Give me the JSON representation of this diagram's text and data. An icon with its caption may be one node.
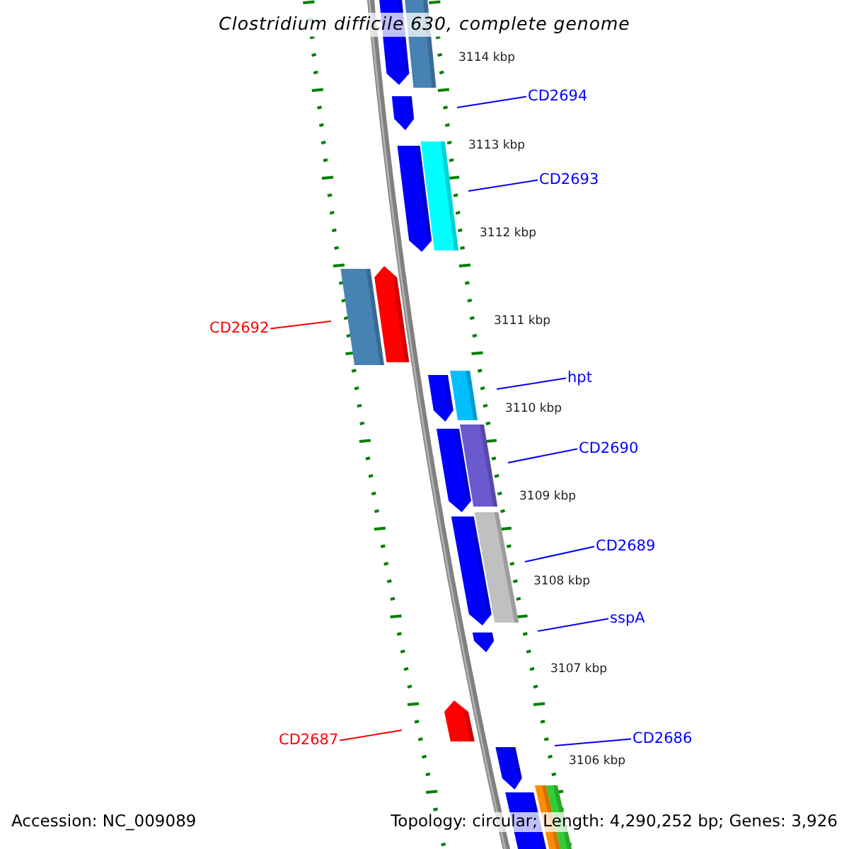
{
  "diagram": {
    "title": "Clostridium difficile 630, complete genome",
    "nodes": [
      {
        "text": [
          "CD2694"
        ]
      },
      {
        "text": [
          "CD2693"
        ]
      },
      {
        "text": [
          "CD2692"
        ]
      },
      {
        "text": [
          "hpt"
        ]
      },
      {
        "text": [
          "CD2690"
        ]
      },
      {
        "text": [
          "CD2689"
        ]
      },
      {
        "text": [
          "sspA"
        ]
      },
      {
        "text": [
          "CD2687"
        ]
      },
      {
        "text": [
          "CD2686"
        ]
      }
    ],
    "edges": [
      {
        "from": 0,
        "to": null,
        "arrow": "none"
      },
      {
        "from": 1,
        "to": null,
        "arrow": "none"
      },
      {
        "from": 2,
        "to": null,
        "arrow": "none",
        "color": "#ff0000"
      },
      {
        "from": 3,
        "to": null,
        "arrow": "none"
      },
      {
        "from": 4,
        "to": null,
        "arrow": "none"
      },
      {
        "from": 5,
        "to": null,
        "arrow": "none"
      },
      {
        "from": 6,
        "to": null,
        "arrow": "none"
      },
      {
        "from": 7,
        "to": null,
        "arrow": "none",
        "color": "#ff0000"
      },
      {
        "from": 8,
        "to": null,
        "arrow": "none"
      }
    ],
    "labels": [
      "3114 kbp",
      "3113 kbp",
      "3112 kbp",
      "3111 kbp",
      "3110 kbp",
      "3109 kbp",
      "3108 kbp",
      "3107 kbp",
      "3106 kbp",
      "Accession: NC_009089",
      "Topology: circular; Length: 4,290,252 bp; Genes: 3,926"
    ]
  }
}
